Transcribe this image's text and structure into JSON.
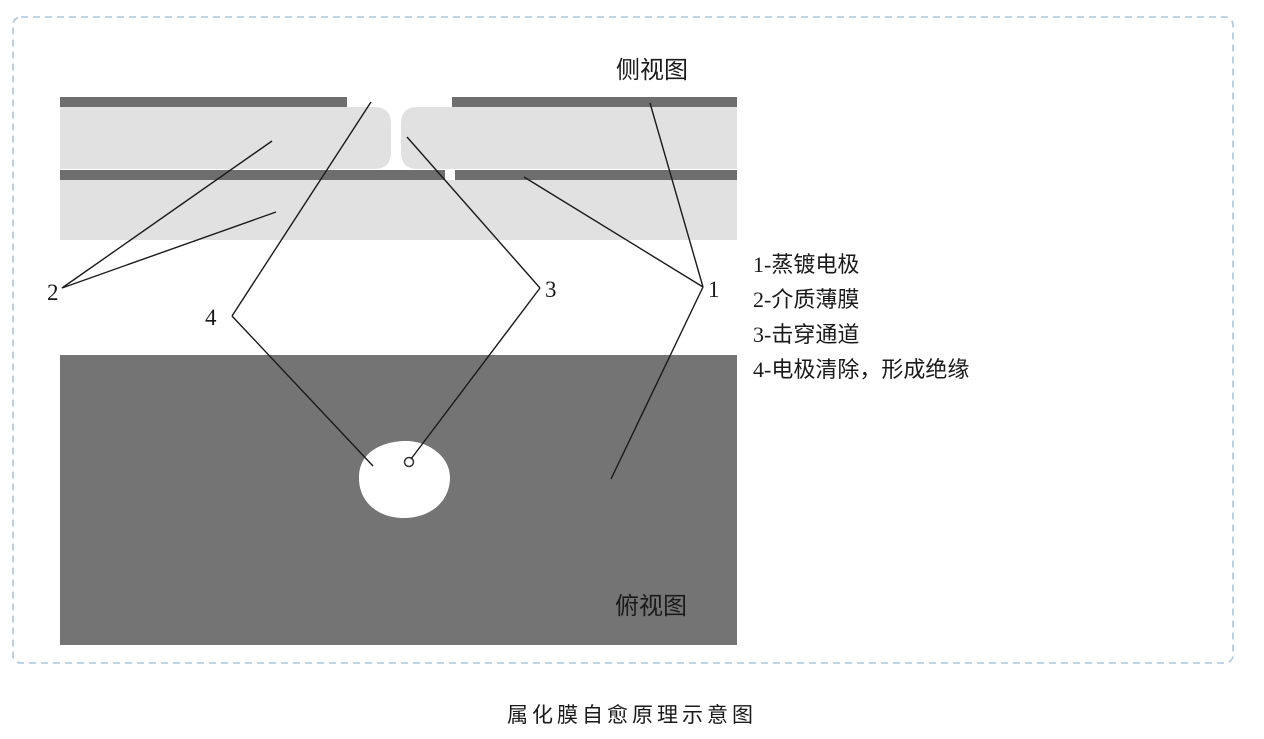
{
  "figure": {
    "side_view_label": "侧视图",
    "top_view_label": "俯视图",
    "caption": "属化膜自愈原理示意图",
    "callouts": {
      "c1": "1",
      "c2": "2",
      "c3": "3",
      "c4": "4"
    },
    "legend": [
      "1-蒸镀电极",
      "2-介质薄膜",
      "3-击穿通道",
      "4-电极清除，形成绝缘"
    ],
    "colors": {
      "frame_dash": "#a9c6e0",
      "electrode": "#6e6e6e",
      "film": "#e1e1e1",
      "top_view": "#747474",
      "line": "#1a1a1a",
      "top_view_label_text": "#ededed",
      "caption_text": "#595959"
    }
  }
}
